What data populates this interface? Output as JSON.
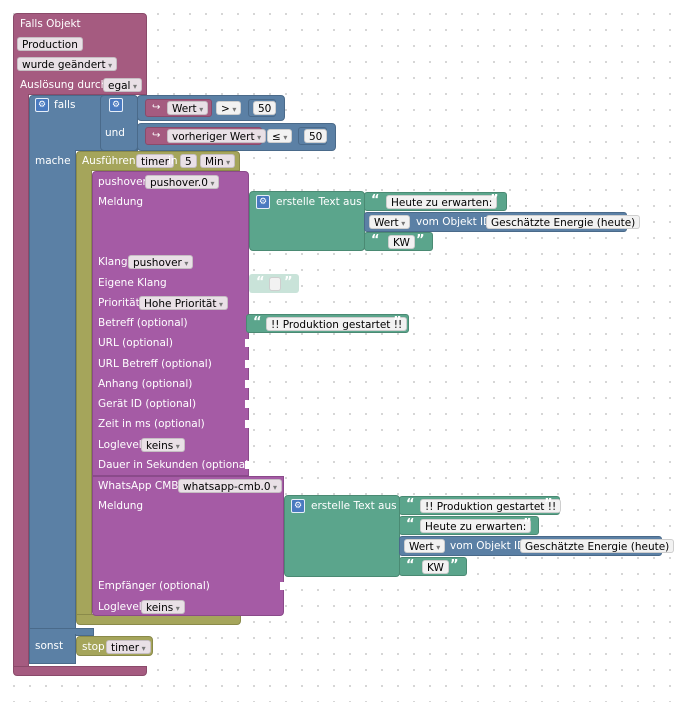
{
  "event": {
    "title": "Falls Objekt",
    "object": "Production",
    "condition": "wurde geändert",
    "trigger_label": "Auslösung durch",
    "trigger_value": "egal"
  },
  "if_block": {
    "if_label": "falls",
    "and_label": "und",
    "do_label": "mache",
    "else_label": "sonst",
    "cmp1": {
      "left": "Wert",
      "op": ">",
      "right": "50"
    },
    "cmp2": {
      "left": "vorheriger Wert",
      "op": "≤",
      "right": "50"
    }
  },
  "timer": {
    "run_label": "Ausführen",
    "var": "timer",
    "in_label": "in",
    "amount": "5",
    "unit": "Min",
    "stop_label": "stop",
    "stop_var": "timer"
  },
  "pushover": {
    "title": "pushover",
    "instance": "pushover.0",
    "message_label": "Meldung",
    "text_join_label": "erstelle Text aus",
    "text1": "Heute zu erwarten:",
    "value_attr": "Wert",
    "value_of": "vom Objekt ID",
    "object_id": "Geschätzte Energie (heute)",
    "unit_text": "KW",
    "sound_label": "Klang",
    "sound_value": "pushover",
    "custom_sound_label": "Eigene Klang",
    "priority_label": "Priorität",
    "priority_value": "Hohe Priorität",
    "subject_label": "Betreff (optional)",
    "subject_text": "!! Produktion gestartet !!",
    "url_label": "URL (optional)",
    "url_title_label": "URL Betreff (optional)",
    "attachment_label": "Anhang (optional)",
    "device_label": "Gerät ID (optional)",
    "time_label": "Zeit in ms (optional)",
    "loglevel_label": "Loglevel",
    "loglevel_value": "keins",
    "duration_label": "Dauer in Sekunden (optional)"
  },
  "whatsapp": {
    "title": "WhatsApp CMB",
    "instance": "whatsapp-cmb.0",
    "message_label": "Meldung",
    "text_join_label": "erstelle Text aus",
    "text1": "!! Produktion gestartet !!",
    "text2": "Heute zu erwarten:",
    "value_attr": "Wert",
    "value_of": "vom Objekt ID",
    "object_id": "Geschätzte Energie (heute)",
    "unit_text": "KW",
    "recipient_label": "Empfänger (optional)",
    "loglevel_label": "Loglevel",
    "loglevel_value": "keins"
  },
  "colors": {
    "event_block": "#a55b80",
    "logic_block": "#5b80a5",
    "text_block": "#5ba58c",
    "timer_block": "#a5a55b",
    "action_block": "#a55ba5"
  }
}
